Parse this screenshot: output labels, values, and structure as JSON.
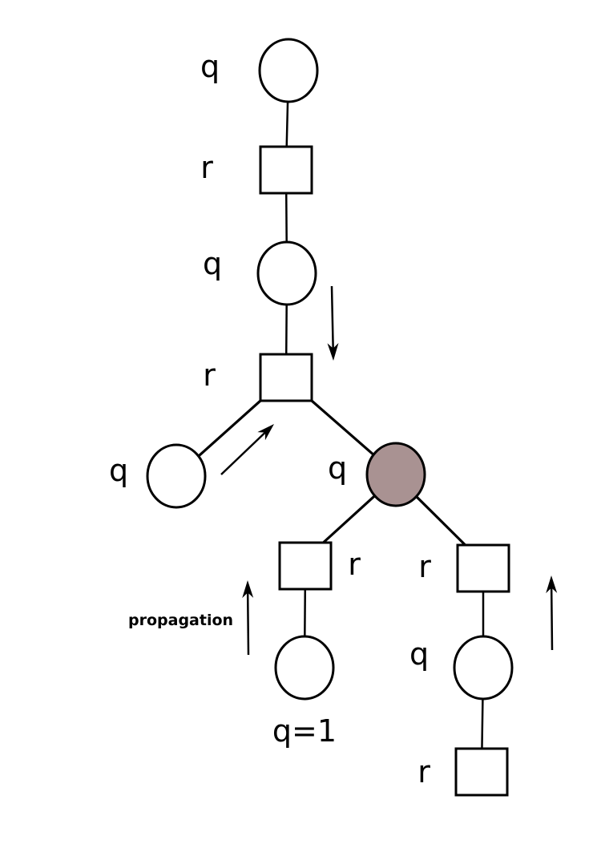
{
  "diagram": {
    "colors": {
      "stroke": "#000000",
      "empty_fill": "#ffffff",
      "highlight_fill": "#a99292"
    },
    "nodes": [
      {
        "id": "n1",
        "shape": "circle",
        "label": "q",
        "highlight": false
      },
      {
        "id": "n2",
        "shape": "square",
        "label": "r",
        "highlight": false
      },
      {
        "id": "n3",
        "shape": "circle",
        "label": "q",
        "highlight": false
      },
      {
        "id": "n4",
        "shape": "square",
        "label": "r",
        "highlight": false
      },
      {
        "id": "n5",
        "shape": "circle",
        "label": "q",
        "highlight": false
      },
      {
        "id": "n6",
        "shape": "circle",
        "label": "q",
        "highlight": true
      },
      {
        "id": "n7",
        "shape": "square",
        "label": "r",
        "highlight": false
      },
      {
        "id": "n8",
        "shape": "square",
        "label": "r",
        "highlight": false
      },
      {
        "id": "n9",
        "shape": "circle",
        "label": "q=1",
        "highlight": false
      },
      {
        "id": "n10",
        "shape": "circle",
        "label": "q",
        "highlight": false
      },
      {
        "id": "n11",
        "shape": "square",
        "label": "r",
        "highlight": false
      }
    ],
    "edges": [
      [
        "n1",
        "n2"
      ],
      [
        "n2",
        "n3"
      ],
      [
        "n3",
        "n4"
      ],
      [
        "n4",
        "n5"
      ],
      [
        "n4",
        "n6"
      ],
      [
        "n6",
        "n7"
      ],
      [
        "n6",
        "n8"
      ],
      [
        "n7",
        "n9"
      ],
      [
        "n8",
        "n10"
      ],
      [
        "n10",
        "n11"
      ]
    ],
    "annotation": "propagation"
  }
}
